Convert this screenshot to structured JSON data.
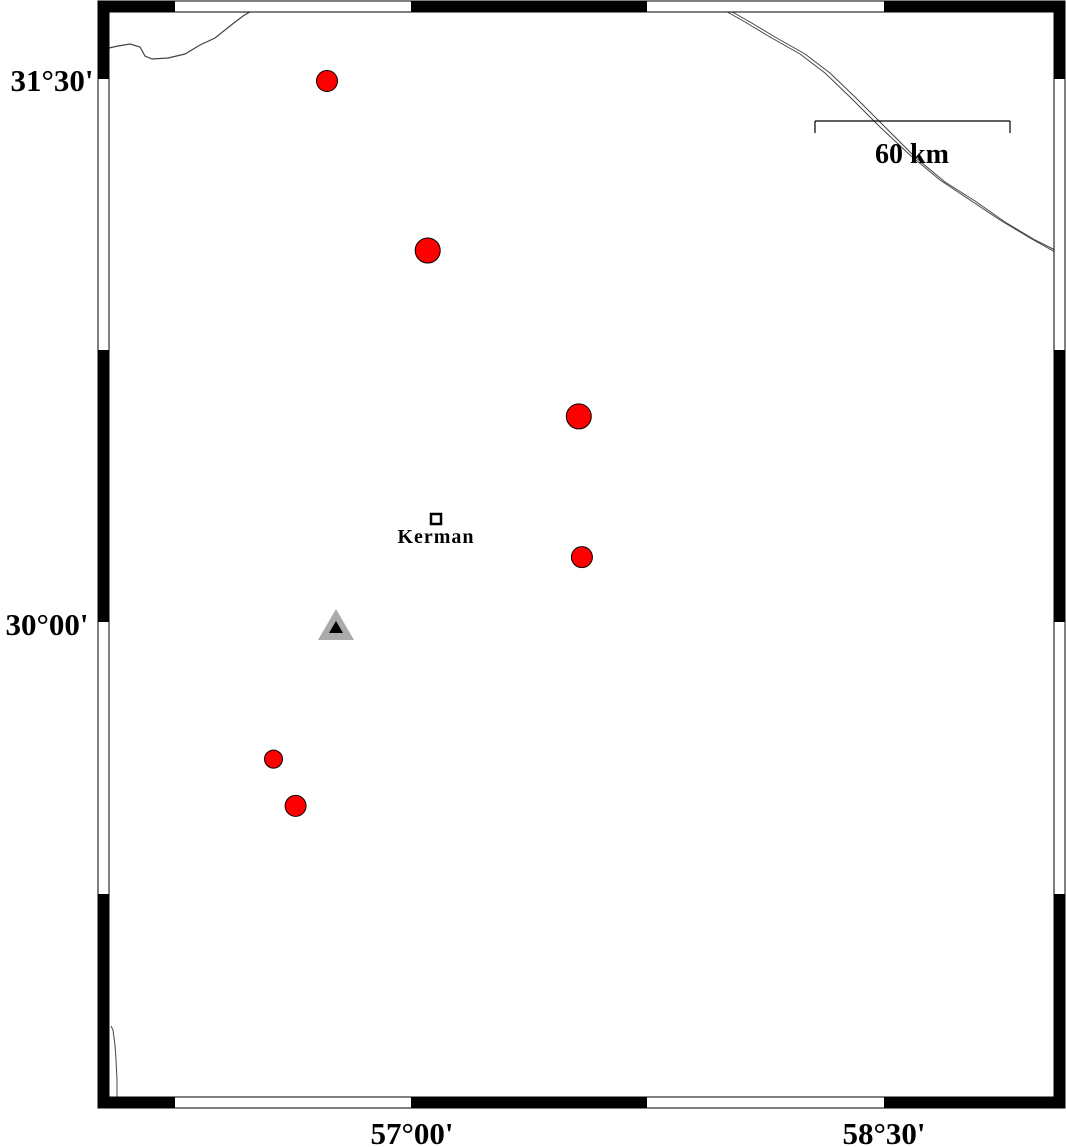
{
  "map": {
    "axes": {
      "x_ticks": [
        {
          "label": "57°00'",
          "lon": 57.0
        },
        {
          "label": "58°30'",
          "lon": 58.5
        }
      ],
      "y_ticks": [
        {
          "label": "31°30'",
          "lat": 31.5
        },
        {
          "label": "30°00'",
          "lat": 30.0
        }
      ]
    },
    "scale_bar": {
      "label": "60 km"
    },
    "city": {
      "name": "Kerman"
    },
    "station": {
      "type": "seismic-station",
      "color": "#000000",
      "halo_color": "#aaaaaa"
    },
    "event_color": "#ff0000",
    "events": [
      {
        "lat": 31.5,
        "lon": 56.73,
        "size": "medium"
      },
      {
        "lat": 31.03,
        "lon": 57.05,
        "size": "large"
      },
      {
        "lat": 30.57,
        "lon": 57.53,
        "size": "large"
      },
      {
        "lat": 30.18,
        "lon": 57.54,
        "size": "medium"
      },
      {
        "lat": 29.62,
        "lon": 56.56,
        "size": "small"
      },
      {
        "lat": 29.49,
        "lon": 56.63,
        "size": "medium"
      }
    ]
  }
}
